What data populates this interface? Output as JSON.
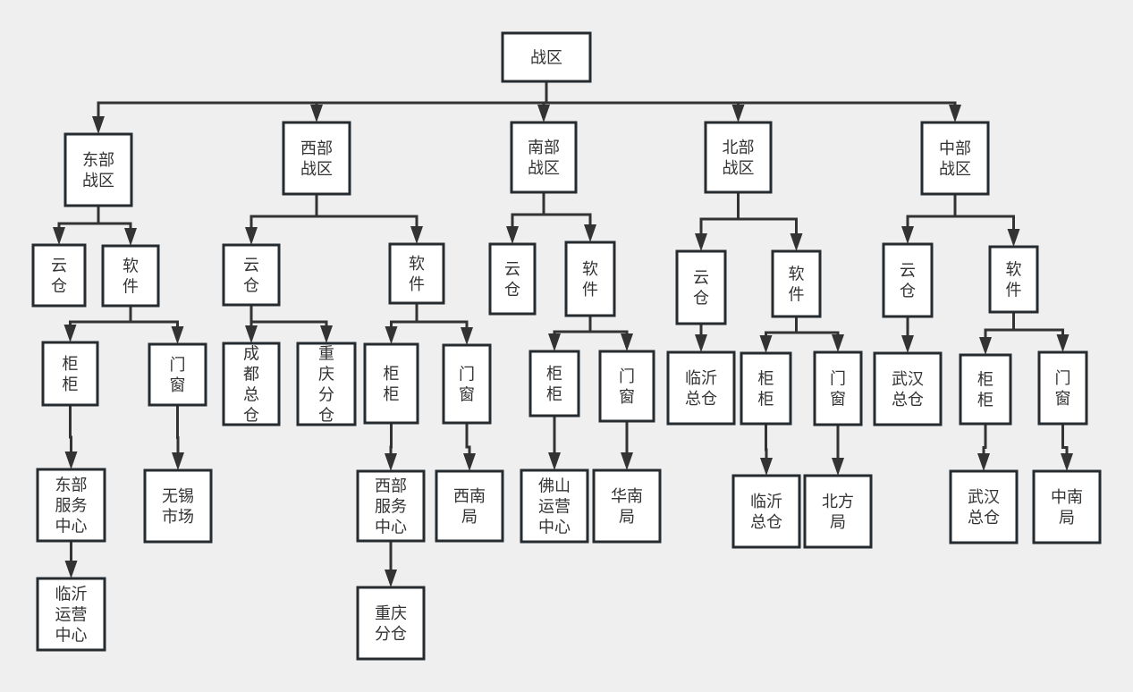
{
  "diagram": {
    "type": "org-tree",
    "colors": {
      "background": "#efefef",
      "box_fill": "#ffffff",
      "box_border": "#262b30",
      "line": "#333333",
      "text": "#333333"
    },
    "nodes": [
      {
        "id": "root",
        "lines": [
          "战区"
        ]
      },
      {
        "id": "east",
        "lines": [
          "东部",
          "战区"
        ],
        "parent": "root"
      },
      {
        "id": "west",
        "lines": [
          "西部",
          "战区"
        ],
        "parent": "root"
      },
      {
        "id": "south",
        "lines": [
          "南部",
          "战区"
        ],
        "parent": "root"
      },
      {
        "id": "north",
        "lines": [
          "北部",
          "战区"
        ],
        "parent": "root"
      },
      {
        "id": "central",
        "lines": [
          "中部",
          "战区"
        ],
        "parent": "root"
      },
      {
        "id": "east-cloud",
        "lines": [
          "云",
          "仓"
        ],
        "parent": "east"
      },
      {
        "id": "east-soft",
        "lines": [
          "软",
          "件"
        ],
        "parent": "east"
      },
      {
        "id": "east-cab",
        "lines": [
          "柜",
          "柜"
        ],
        "parent": "east-soft"
      },
      {
        "id": "east-door",
        "lines": [
          "门",
          "窗"
        ],
        "parent": "east-soft"
      },
      {
        "id": "east-svc",
        "lines": [
          "东部",
          "服务",
          "中心"
        ],
        "parent": "east-cab"
      },
      {
        "id": "east-linyi",
        "lines": [
          "临沂",
          "运营",
          "中心"
        ],
        "parent": "east-svc"
      },
      {
        "id": "east-wuxi",
        "lines": [
          "无锡",
          "市场"
        ],
        "parent": "east-door"
      },
      {
        "id": "west-cloud",
        "lines": [
          "云",
          "仓"
        ],
        "parent": "west"
      },
      {
        "id": "west-soft",
        "lines": [
          "软",
          "件"
        ],
        "parent": "west"
      },
      {
        "id": "west-chengdu",
        "lines": [
          "成",
          "都",
          "总",
          "仓"
        ],
        "parent": "west-cloud"
      },
      {
        "id": "west-chongqing",
        "lines": [
          "重",
          "庆",
          "分",
          "仓"
        ],
        "parent": "west-cloud"
      },
      {
        "id": "west-cab",
        "lines": [
          "柜",
          "柜"
        ],
        "parent": "west-soft"
      },
      {
        "id": "west-door",
        "lines": [
          "门",
          "窗"
        ],
        "parent": "west-soft"
      },
      {
        "id": "west-svc",
        "lines": [
          "西部",
          "服务",
          "中心"
        ],
        "parent": "west-cab"
      },
      {
        "id": "west-cq2",
        "lines": [
          "重庆",
          "分仓"
        ],
        "parent": "west-svc"
      },
      {
        "id": "west-sw",
        "lines": [
          "西南",
          "局"
        ],
        "parent": "west-door"
      },
      {
        "id": "south-cloud",
        "lines": [
          "云",
          "仓"
        ],
        "parent": "south"
      },
      {
        "id": "south-soft",
        "lines": [
          "软",
          "件"
        ],
        "parent": "south"
      },
      {
        "id": "south-cab",
        "lines": [
          "柜",
          "柜"
        ],
        "parent": "south-soft"
      },
      {
        "id": "south-door",
        "lines": [
          "门",
          "窗"
        ],
        "parent": "south-soft"
      },
      {
        "id": "south-foshan",
        "lines": [
          "佛山",
          "运营",
          "中心"
        ],
        "parent": "south-cab"
      },
      {
        "id": "south-hn",
        "lines": [
          "华南",
          "局"
        ],
        "parent": "south-door"
      },
      {
        "id": "north-cloud",
        "lines": [
          "云",
          "仓"
        ],
        "parent": "north"
      },
      {
        "id": "north-soft",
        "lines": [
          "软",
          "件"
        ],
        "parent": "north"
      },
      {
        "id": "north-linyi",
        "lines": [
          "临沂",
          "总仓"
        ],
        "parent": "north-cloud"
      },
      {
        "id": "north-cab",
        "lines": [
          "柜",
          "柜"
        ],
        "parent": "north-soft"
      },
      {
        "id": "north-door",
        "lines": [
          "门",
          "窗"
        ],
        "parent": "north-soft"
      },
      {
        "id": "north-linyi2",
        "lines": [
          "临沂",
          "总仓"
        ],
        "parent": "north-cab"
      },
      {
        "id": "north-bf",
        "lines": [
          "北方",
          "局"
        ],
        "parent": "north-door"
      },
      {
        "id": "central-cloud",
        "lines": [
          "云",
          "仓"
        ],
        "parent": "central"
      },
      {
        "id": "central-soft",
        "lines": [
          "软",
          "件"
        ],
        "parent": "central"
      },
      {
        "id": "central-wuhan",
        "lines": [
          "武汉",
          "总仓"
        ],
        "parent": "central-cloud"
      },
      {
        "id": "central-cab",
        "lines": [
          "柜",
          "柜"
        ],
        "parent": "central-soft"
      },
      {
        "id": "central-door",
        "lines": [
          "门",
          "窗"
        ],
        "parent": "central-soft"
      },
      {
        "id": "central-wuhan2",
        "lines": [
          "武汉",
          "总仓"
        ],
        "parent": "central-cab"
      },
      {
        "id": "central-zn",
        "lines": [
          "中南",
          "局"
        ],
        "parent": "central-door"
      }
    ]
  }
}
